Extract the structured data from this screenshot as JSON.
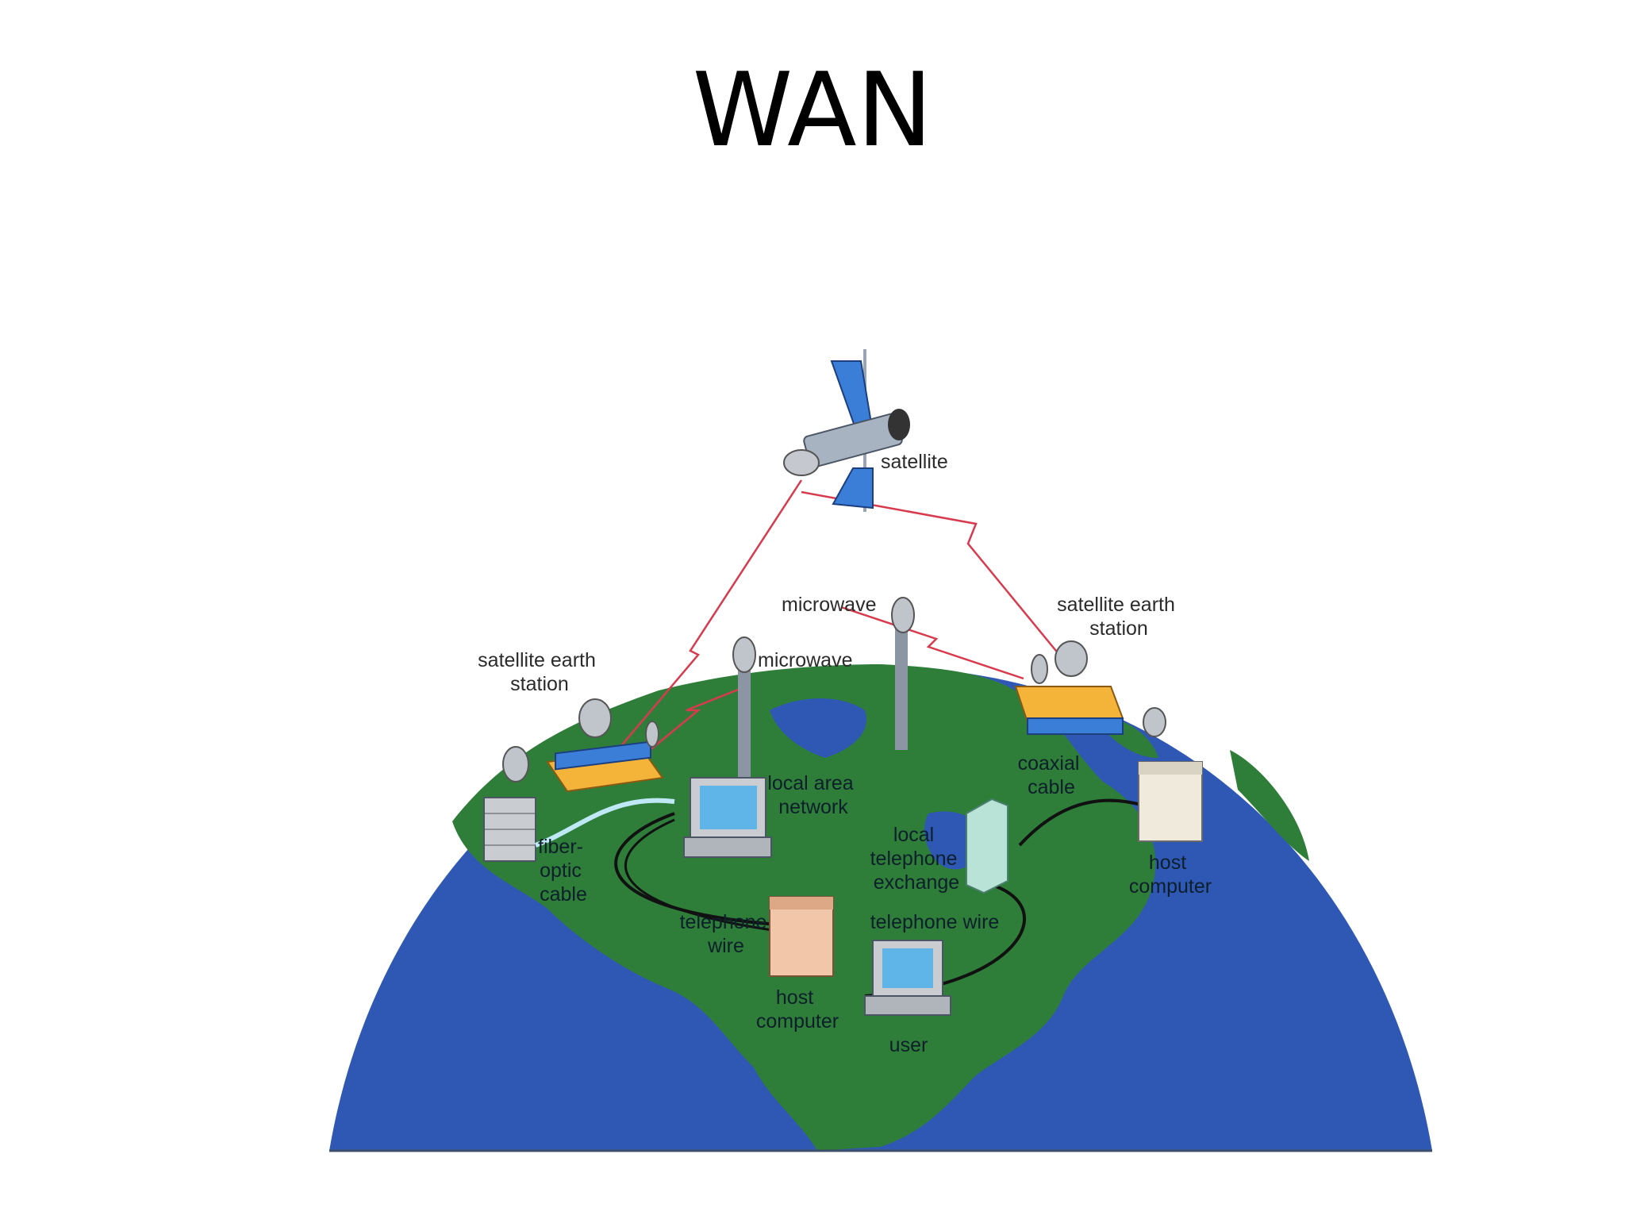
{
  "slide": {
    "title": "WAN"
  },
  "labels": {
    "satellite": "satellite",
    "satellite_earth_station_left": [
      "satellite earth",
      "station"
    ],
    "satellite_earth_station_right": [
      "satellite earth",
      "station"
    ],
    "microwave_center": "microwave",
    "microwave_left": "microwave",
    "local_area_network": [
      "local area",
      "network"
    ],
    "coaxial_cable": [
      "coaxial",
      "cable"
    ],
    "fiber_optic_cable": [
      "fiber-",
      "optic",
      "cable"
    ],
    "local_telephone_exchange": [
      "local",
      "telephone",
      "exchange"
    ],
    "host_computer_right": [
      "host",
      "computer"
    ],
    "telephone_wire_left": [
      "telephone",
      "wire"
    ],
    "telephone_wire_right": "telephone wire",
    "host_computer_center": [
      "host",
      "computer"
    ],
    "user": "user"
  },
  "colors": {
    "ocean": "#2f58b4",
    "land": "#2e7e3a",
    "link": "#d83a4e",
    "station_roof": "#f4b43a",
    "panel": "#3a7ed8"
  }
}
